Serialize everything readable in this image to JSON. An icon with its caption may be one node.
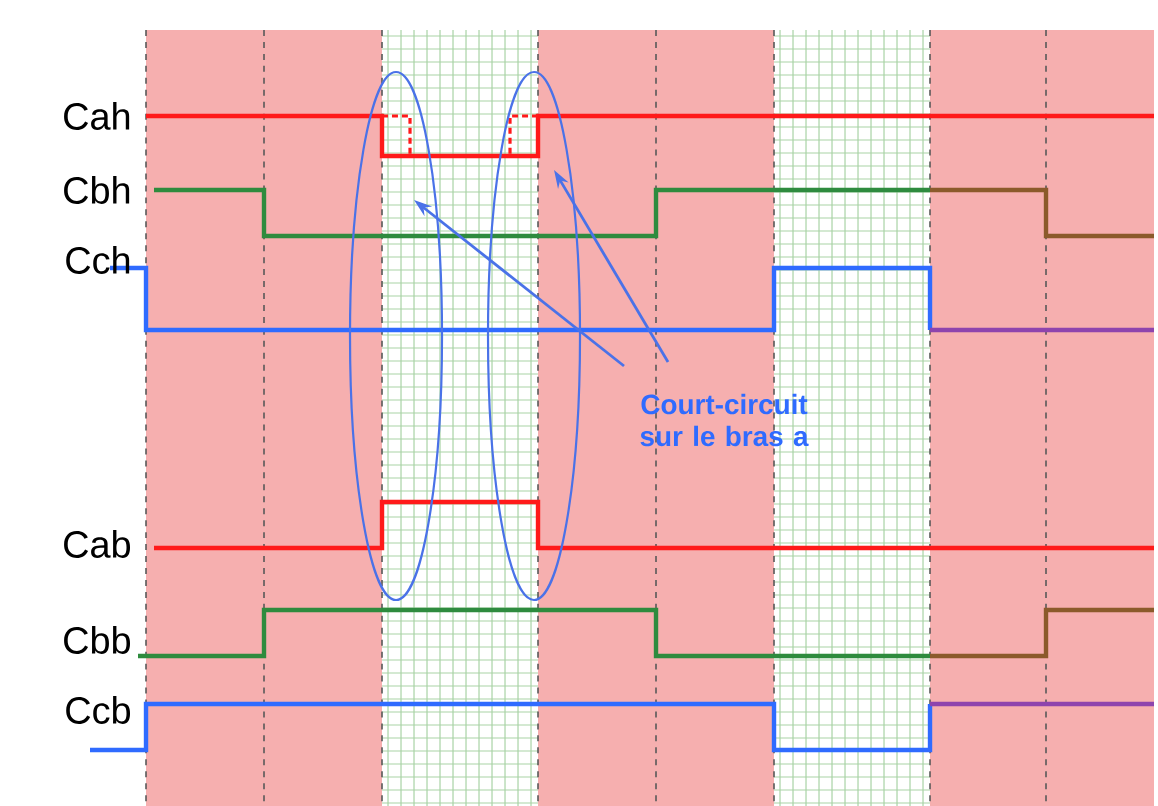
{
  "diagram": {
    "nodes": [
      {
        "text": [
          "Court-circuit sur le bras a"
        ]
      },
      {
        "text": [],
        "shape": "ellipse"
      },
      {
        "text": [],
        "shape": "ellipse"
      }
    ],
    "edges": [
      {
        "from": 0,
        "to": 1,
        "arrow": "to"
      },
      {
        "from": 0,
        "to": 2,
        "arrow": "to"
      }
    ],
    "labels": [
      "Cah",
      "Cbh",
      "Cch",
      "Cab",
      "Cbb",
      "Ccb"
    ]
  }
}
